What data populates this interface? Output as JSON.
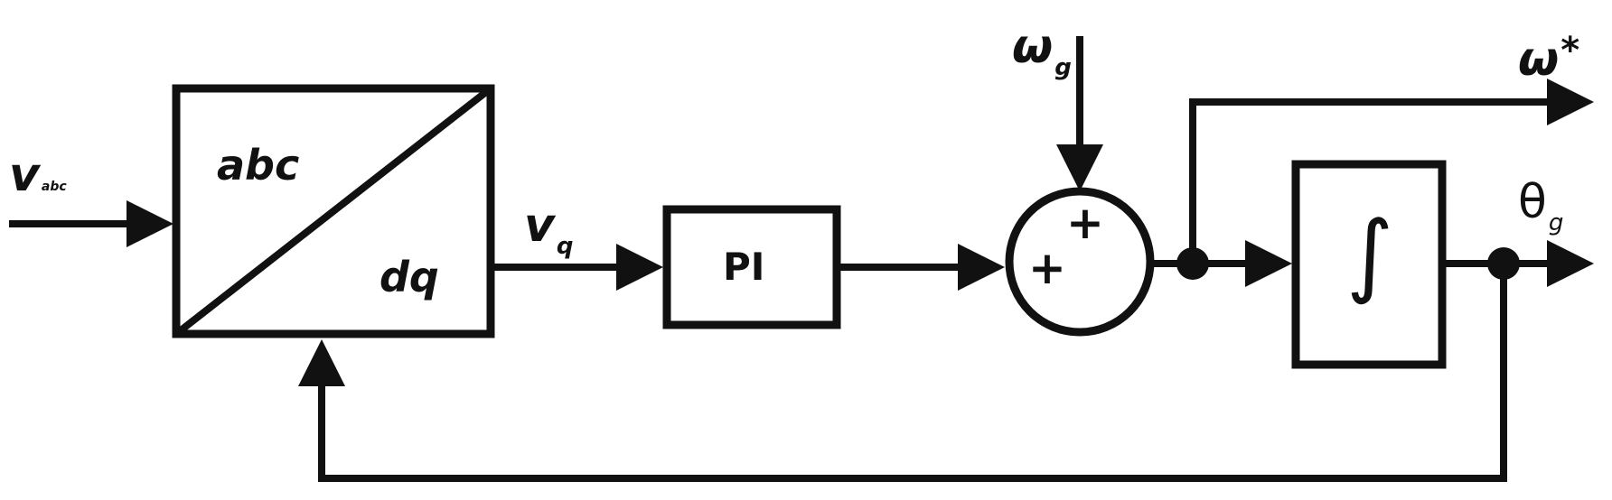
{
  "diagram": {
    "input_label": {
      "main": "v",
      "sub": "abc"
    },
    "transform_block": {
      "top_label": "abc",
      "bottom_label": "dq"
    },
    "vq_label": {
      "main": "v",
      "sub": "q"
    },
    "pi_block": {
      "label": "PI"
    },
    "omega_g_label": {
      "main": "ω",
      "sub": "g"
    },
    "summing_junction": {
      "sign_top": "+",
      "sign_left": "+"
    },
    "omega_star_label": {
      "main": "ω",
      "sup": "*"
    },
    "integrator_block": {
      "symbol": "∫"
    },
    "theta_g_label": {
      "main": "θ",
      "sub": "g"
    }
  },
  "colors": {
    "stroke": "#111111",
    "background": "#ffffff"
  }
}
